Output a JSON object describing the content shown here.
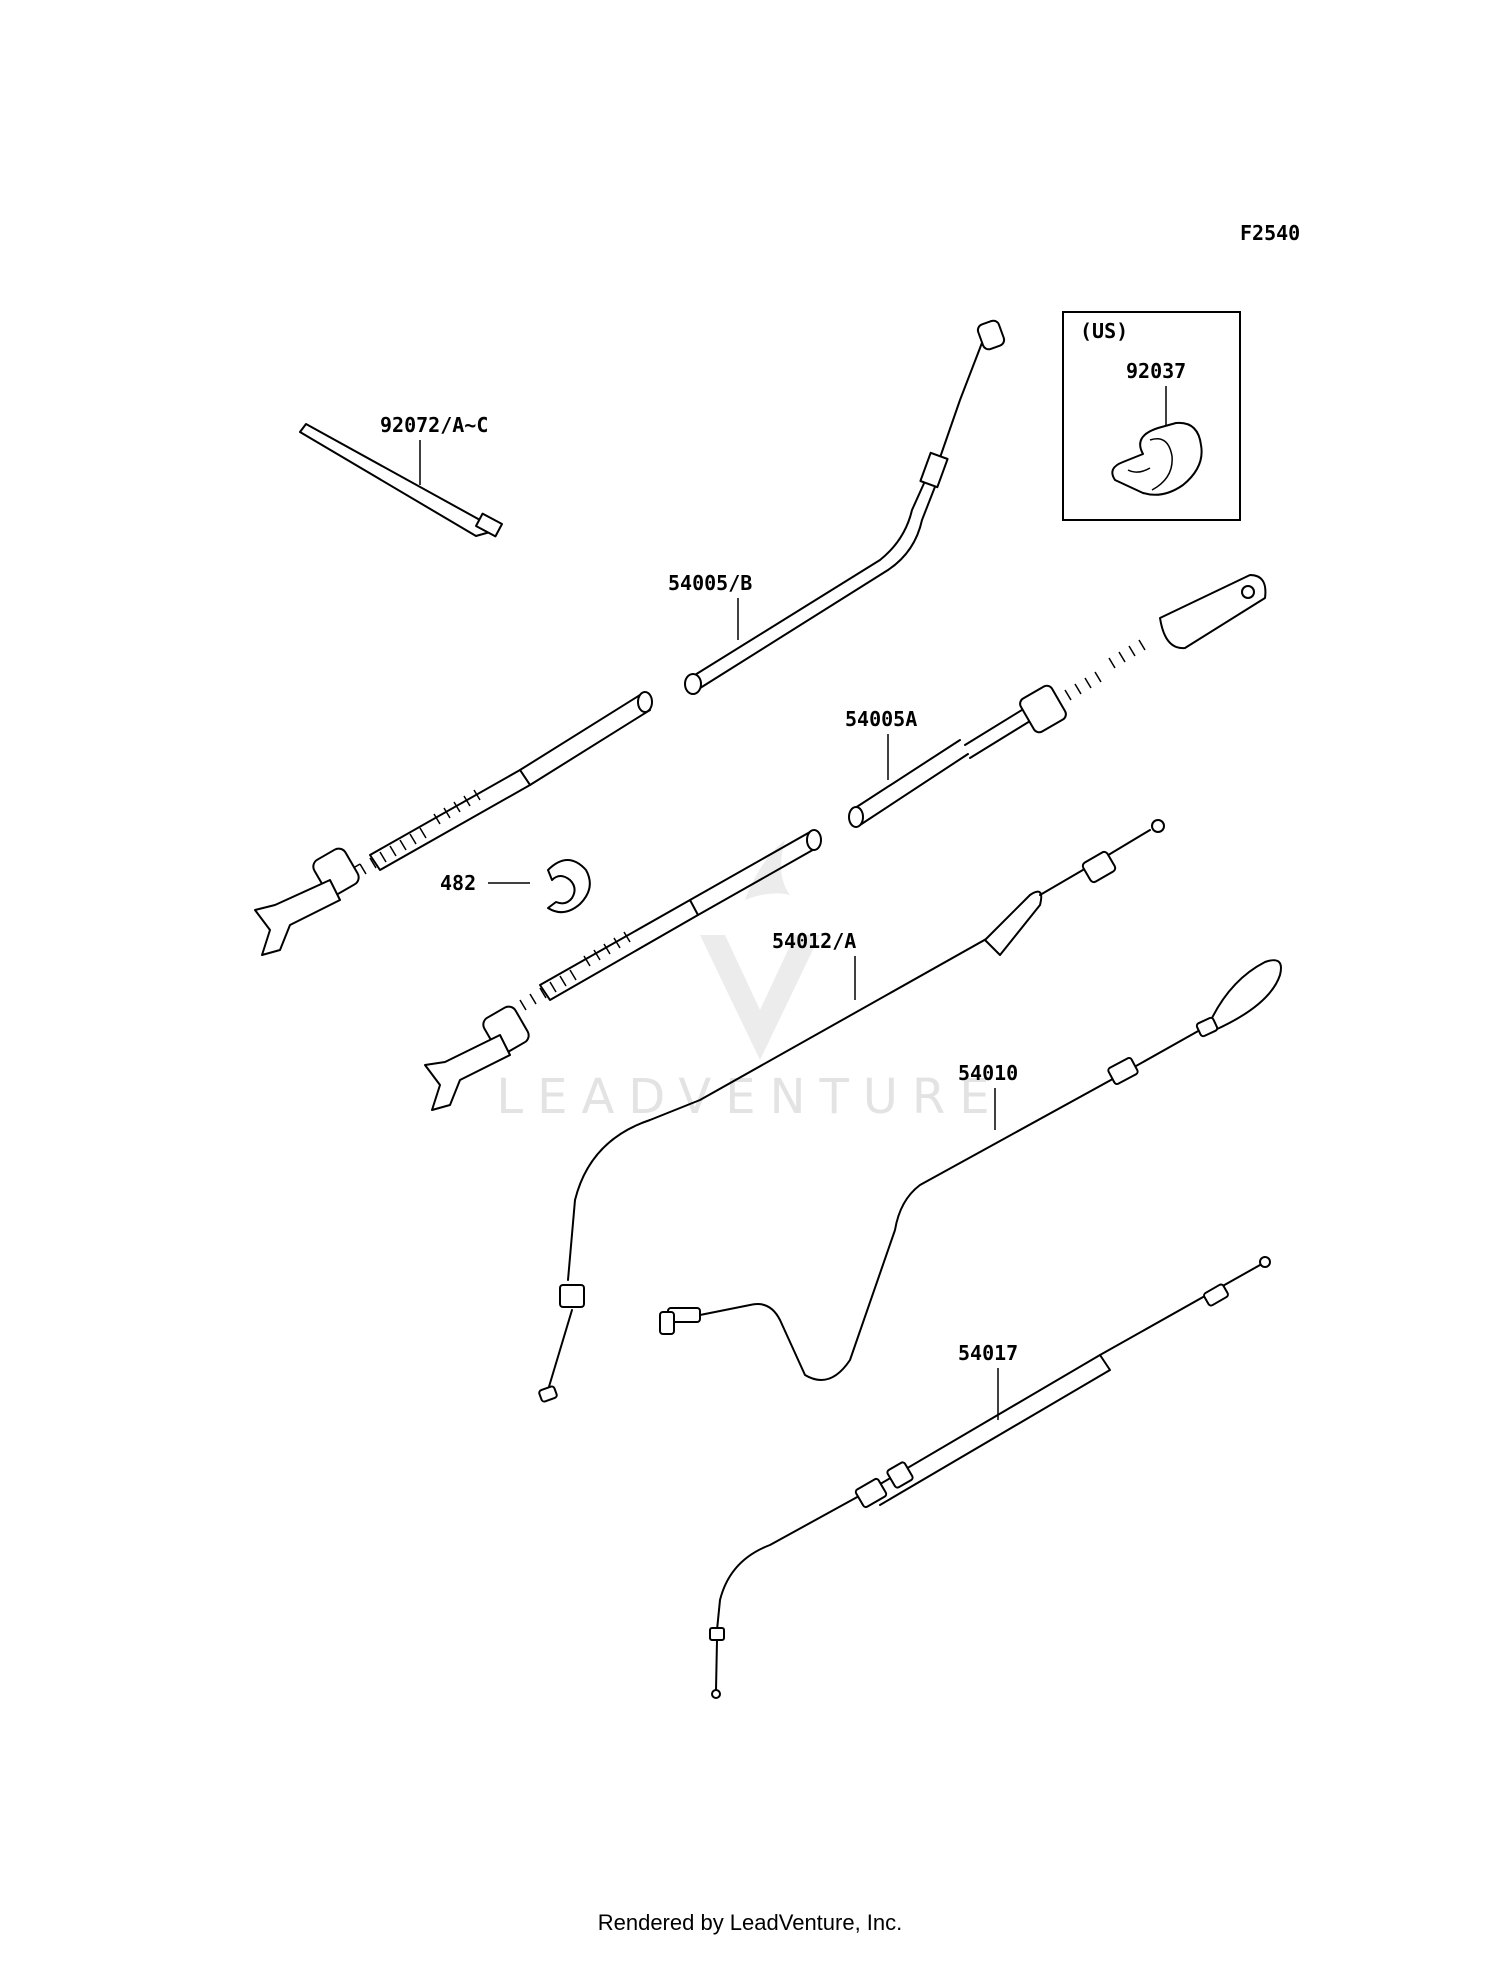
{
  "figure_code": "F2540",
  "region_label": "(US)",
  "callouts": {
    "cable_tie": "92072/A~C",
    "cable_choke": "54005/B",
    "clamp": "92037",
    "cable_choke_a": "54005A",
    "e_ring": "482",
    "cable_throttle": "54012/A",
    "cable_brake": "54010",
    "cable_clutch": "54017"
  },
  "watermark": "LEADVENTURE",
  "footer": "Rendered by LeadVenture, Inc."
}
